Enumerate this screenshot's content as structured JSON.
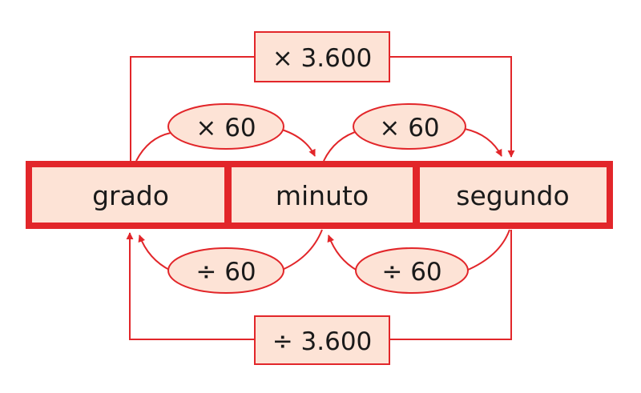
{
  "units": {
    "grado": "grado",
    "minuto": "minuto",
    "segundo": "segundo"
  },
  "operations": {
    "top_long": "× 3.600",
    "top_left": "× 60",
    "top_right": "× 60",
    "bottom_left": "÷ 60",
    "bottom_right": "÷ 60",
    "bottom_long": "÷ 3.600"
  },
  "colors": {
    "line": "#e2262a",
    "fill": "#fde3d6",
    "text": "#1a1a1a"
  }
}
